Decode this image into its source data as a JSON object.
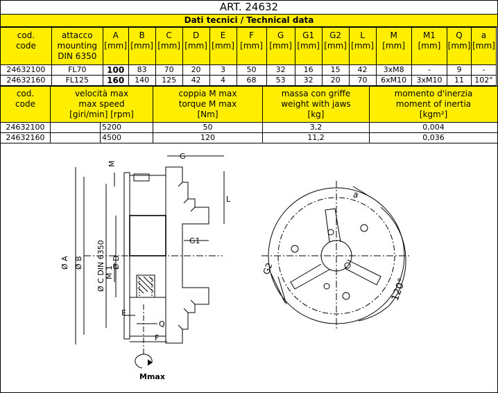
{
  "title": "ART. 24632",
  "subtitle": "Dati tecnici / Technical data",
  "table1": {
    "headers": [
      {
        "l1": "cod.",
        "l2": "code",
        "l3": ""
      },
      {
        "l1": "attacco",
        "l2": "mounting",
        "l3": "DIN 6350"
      },
      {
        "l1": "A",
        "l2": "[mm]",
        "l3": ""
      },
      {
        "l1": "B",
        "l2": "[mm]",
        "l3": ""
      },
      {
        "l1": "C",
        "l2": "[mm]",
        "l3": ""
      },
      {
        "l1": "D",
        "l2": "[mm]",
        "l3": ""
      },
      {
        "l1": "E",
        "l2": "[mm]",
        "l3": ""
      },
      {
        "l1": "F",
        "l2": "[mm]",
        "l3": ""
      },
      {
        "l1": "G",
        "l2": "[mm]",
        "l3": ""
      },
      {
        "l1": "G1",
        "l2": "[mm]",
        "l3": ""
      },
      {
        "l1": "G2",
        "l2": "[mm]",
        "l3": ""
      },
      {
        "l1": "L",
        "l2": "[mm]",
        "l3": ""
      },
      {
        "l1": "M",
        "l2": "[mm]",
        "l3": ""
      },
      {
        "l1": "M1",
        "l2": "[mm]",
        "l3": ""
      },
      {
        "l1": "Q",
        "l2": "[mm]",
        "l3": ""
      },
      {
        "l1": "a",
        "l2": "[mm]",
        "l3": ""
      }
    ],
    "rows": [
      [
        "24632100",
        "FL70",
        "100",
        "83",
        "70",
        "20",
        "3",
        "50",
        "32",
        "16",
        "15",
        "42",
        "3xM8",
        "-",
        "9",
        "-"
      ],
      [
        "24632160",
        "FL125",
        "160",
        "140",
        "125",
        "42",
        "4",
        "68",
        "53",
        "32",
        "20",
        "70",
        "6xM10",
        "3xM10",
        "11",
        "102°"
      ]
    ]
  },
  "table2": {
    "headers": [
      {
        "l1": "cod.",
        "l2": "code",
        "l3": ""
      },
      {
        "l1": "velocità max",
        "l2": "max speed",
        "l3": "[giri/min]  [rpm]"
      },
      {
        "l1": "coppia M max",
        "l2": "torque M max",
        "l3": "[Nm]"
      },
      {
        "l1": "massa con griffe",
        "l2": "weight with jaws",
        "l3": "[kg]"
      },
      {
        "l1": "momento d'inerzia",
        "l2": "moment of inertia",
        "l3": "[kgm²]"
      }
    ],
    "rows": [
      [
        "24632100",
        "5200",
        "50",
        "3,2",
        "0,004"
      ],
      [
        "24632160",
        "4500",
        "120",
        "11,2",
        "0,036"
      ]
    ]
  },
  "drawing": {
    "labels": {
      "M": "M",
      "G": "G",
      "L": "L",
      "G1": "G1",
      "M1": "M 1",
      "A": "Ø A",
      "B": "Ø B",
      "C": "Ø C  DIN 6350",
      "D": "Ø D",
      "E": "E",
      "Q": "Q",
      "F": "F",
      "Mmax": "Mmax",
      "a": "a",
      "G2": "G2",
      "angle": "120°"
    }
  }
}
